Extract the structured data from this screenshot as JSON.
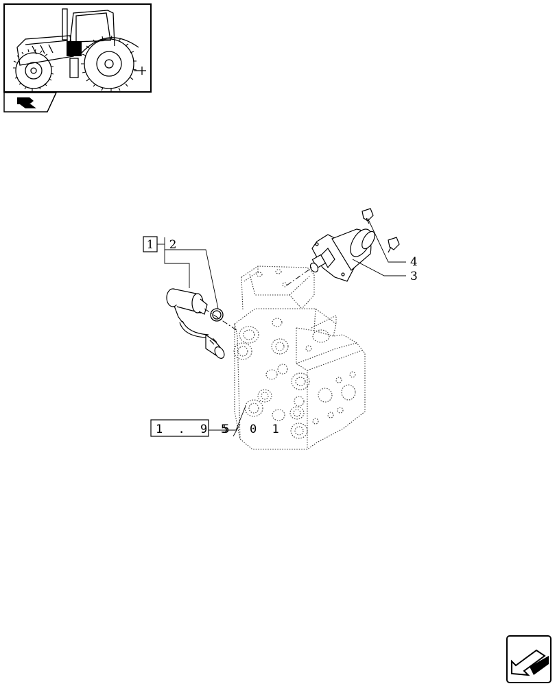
{
  "thumbnail": {
    "name": "tractor-location-thumbnail",
    "highlight_color": "#000000"
  },
  "section_tab": {
    "icon": "section-arrow-icon"
  },
  "diagram": {
    "group_box_label": "1",
    "callouts": {
      "c2": "2",
      "c3": "3",
      "c4": "4"
    },
    "reference": {
      "boxed": "1 . 9 5",
      "suffix_a": "5",
      "suffix_b": "0 1"
    }
  },
  "nav": {
    "next_icon": "next-page-arrow-icon"
  }
}
